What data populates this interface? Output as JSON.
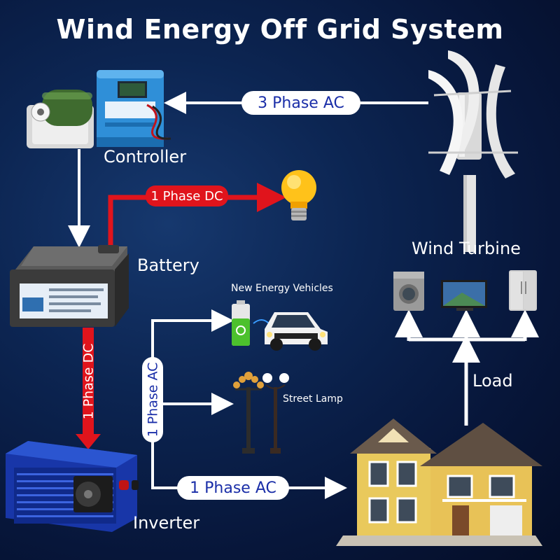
{
  "title": "Wind Energy Off Grid System",
  "components": {
    "controller": "Controller",
    "battery": "Battery",
    "inverter": "Inverter",
    "wind_turbine": "Wind Turbine",
    "new_energy_vehicles": "New Energy Vehicles",
    "street_lamp": "Street Lamp",
    "load": "Load"
  },
  "connections": {
    "turbine_to_controller": "3 Phase AC",
    "battery_to_bulb": "1 Phase DC",
    "battery_to_inverter": "1 Phase DC",
    "inverter_branch": "1 Phase AC",
    "inverter_to_house": "1 Phase AC"
  },
  "colors": {
    "background": "#0c2552",
    "arrow_white": "#ffffff",
    "arrow_red": "#e0141c",
    "label_blue": "#1a2ea8"
  }
}
